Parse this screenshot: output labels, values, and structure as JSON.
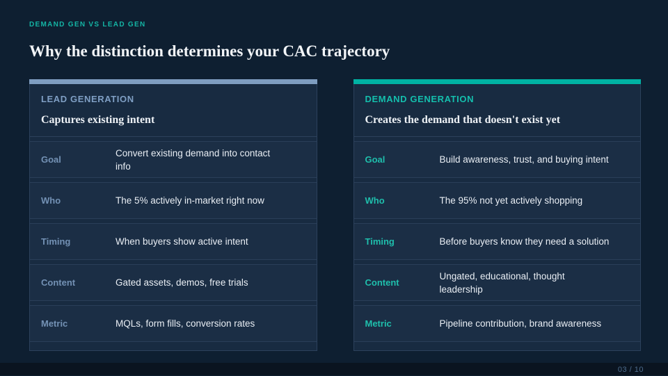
{
  "slide": {
    "eyebrow": "DEMAND GEN VS LEAD GEN",
    "title": "Why the distinction determines your CAC trajectory",
    "page_indicator": "03 / 10"
  },
  "colors": {
    "background": "#0e1f31",
    "card_background": "#182b41",
    "row_background": "#1b2e45",
    "border": "#2c415c",
    "eyebrow": "#14b4a4",
    "title_text": "#f2f5f8",
    "value_text": "#e9eef4",
    "footer_background": "#0a1420",
    "footer_text": "#4e6d8e"
  },
  "cards": [
    {
      "header": "LEAD GENERATION",
      "subtitle": "Captures existing intent",
      "accent": "#7e9dc0",
      "header_color": "#7f9fc4",
      "label_color": "#7391b4",
      "rows": [
        {
          "label": "Goal",
          "value": "Convert existing demand into contact\ninfo"
        },
        {
          "label": "Who",
          "value": "The 5% actively in-market right now"
        },
        {
          "label": "Timing",
          "value": "When buyers show active intent"
        },
        {
          "label": "Content",
          "value": "Gated assets, demos, free trials"
        },
        {
          "label": "Metric",
          "value": "MQLs, form fills, conversion rates"
        }
      ]
    },
    {
      "header": "DEMAND GENERATION",
      "subtitle": "Creates the demand that doesn't exist yet",
      "accent": "#00b2a3",
      "header_color": "#14bfad",
      "label_color": "#1fbfac",
      "rows": [
        {
          "label": "Goal",
          "value": "Build awareness, trust, and buying intent"
        },
        {
          "label": "Who",
          "value": "The 95% not yet actively shopping"
        },
        {
          "label": "Timing",
          "value": "Before buyers know they need a solution"
        },
        {
          "label": "Content",
          "value": "Ungated, educational, thought\nleadership"
        },
        {
          "label": "Metric",
          "value": "Pipeline contribution, brand awareness"
        }
      ]
    }
  ]
}
